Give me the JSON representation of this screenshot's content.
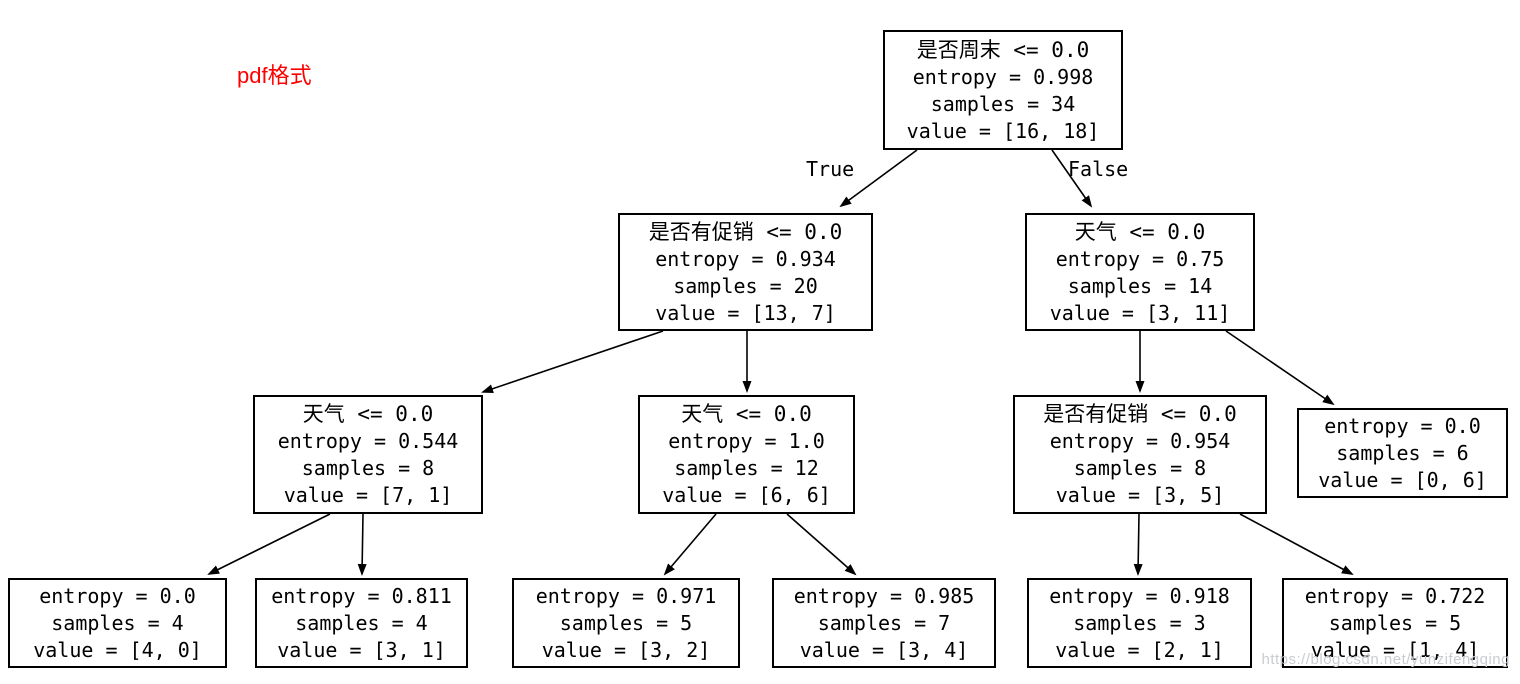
{
  "annotation": {
    "label": "pdf格式",
    "color": "#ff0000"
  },
  "watermark": {
    "text": "https://blog.csdn.net/yunzifengqing",
    "color": "#c9cdd2"
  },
  "edge_labels": {
    "true": "True",
    "false": "False"
  },
  "tree": {
    "nodes": [
      {
        "condition": "是否周末 <= 0.0",
        "entropy": "entropy = 0.998",
        "samples": "samples = 34",
        "value": "value = [16, 18]"
      },
      {
        "condition": "是否有促销 <= 0.0",
        "entropy": "entropy = 0.934",
        "samples": "samples = 20",
        "value": "value = [13, 7]"
      },
      {
        "condition": "天气 <= 0.0",
        "entropy": "entropy = 0.75",
        "samples": "samples = 14",
        "value": "value = [3, 11]"
      },
      {
        "condition": "天气 <= 0.0",
        "entropy": "entropy = 0.544",
        "samples": "samples = 8",
        "value": "value = [7, 1]"
      },
      {
        "condition": "天气 <= 0.0",
        "entropy": "entropy = 1.0",
        "samples": "samples = 12",
        "value": "value = [6, 6]"
      },
      {
        "condition": "是否有促销 <= 0.0",
        "entropy": "entropy = 0.954",
        "samples": "samples = 8",
        "value": "value = [3, 5]"
      },
      {
        "entropy": "entropy = 0.0",
        "samples": "samples = 6",
        "value": "value = [0, 6]"
      },
      {
        "entropy": "entropy = 0.0",
        "samples": "samples = 4",
        "value": "value = [4, 0]"
      },
      {
        "entropy": "entropy = 0.811",
        "samples": "samples = 4",
        "value": "value = [3, 1]"
      },
      {
        "entropy": "entropy = 0.971",
        "samples": "samples = 5",
        "value": "value = [3, 2]"
      },
      {
        "entropy": "entropy = 0.985",
        "samples": "samples = 7",
        "value": "value = [3, 4]"
      },
      {
        "entropy": "entropy = 0.918",
        "samples": "samples = 3",
        "value": "value = [2, 1]"
      },
      {
        "entropy": "entropy = 0.722",
        "samples": "samples = 5",
        "value": "value = [1, 4]"
      }
    ]
  },
  "colors": {
    "node_border": "#000000",
    "edge": "#000000",
    "background": "#ffffff"
  }
}
